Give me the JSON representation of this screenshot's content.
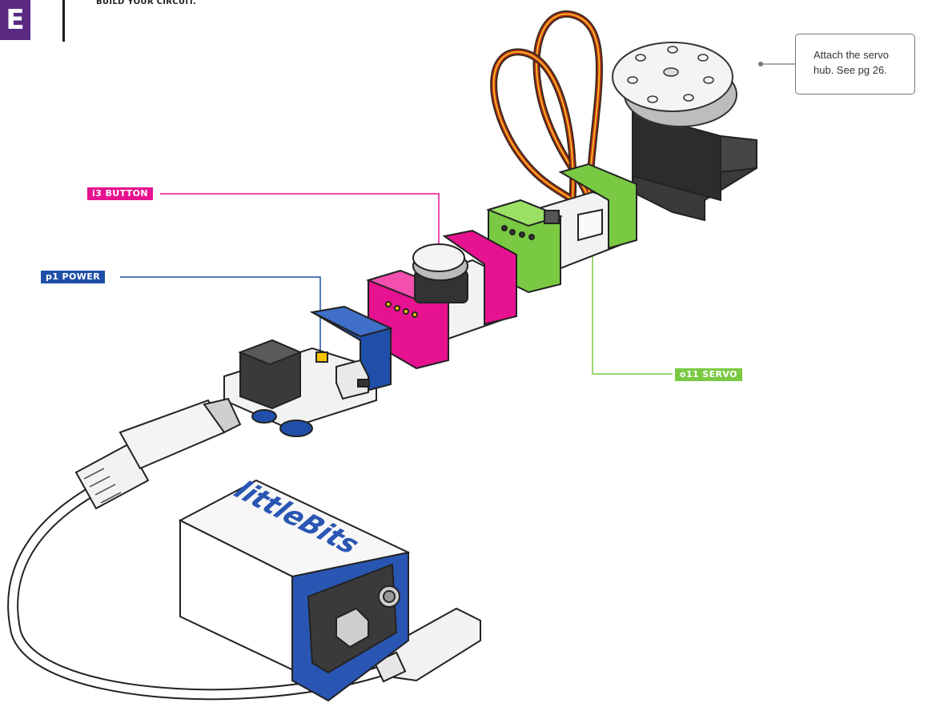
{
  "header": {
    "badge_letter": "E",
    "instruction": "BUILD YOUR CIRCUIT."
  },
  "labels": {
    "button": "i3 BUTTON",
    "power": "p1 POWER",
    "servo": "o11 SERVO"
  },
  "callout": {
    "text_line1": "Attach the servo",
    "text_line2": "hub. See pg 26."
  },
  "battery": {
    "brand": "littleBits"
  },
  "colors": {
    "badge": "#5a2a82",
    "button_module": "#e6128f",
    "power_module": "#1f4fa8",
    "servo_module": "#7ac943",
    "battery_cap": "#2a56b3"
  }
}
